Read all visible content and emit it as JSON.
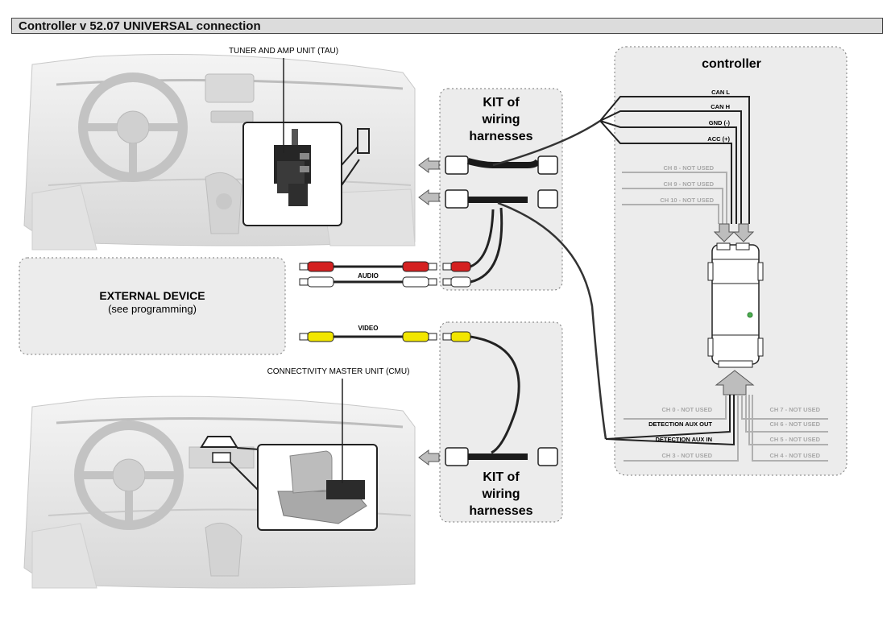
{
  "header": {
    "title": "Controller v 52.07 UNIVERSAL connection"
  },
  "labels": {
    "tau": "TUNER AND AMP UNIT (TAU)",
    "cmu": "CONNECTIVITY MASTER UNIT (CMU)",
    "kit_top_1": "KIT of",
    "kit_top_2": "wiring",
    "kit_top_3": "harnesses",
    "kit_bot_1": "KIT of",
    "kit_bot_2": "wiring",
    "kit_bot_3": "harnesses",
    "external_device": "EXTERNAL DEVICE",
    "external_device_note": "(see programming)",
    "audio": "AUDIO",
    "video": "VIDEO",
    "controller": "controller"
  },
  "controller_top_wires": [
    "CAN L",
    "CAN H",
    "GND (-)",
    "ACC (+)"
  ],
  "controller_unused_top": [
    "CH 8 - NOT USED",
    "CH 9 - NOT USED",
    "CH 10 - NOT USED"
  ],
  "controller_bottom_left": [
    "CH 0 - NOT USED",
    "DETECTION AUX OUT",
    "DETECTION AUX IN",
    "CH 3 - NOT USED"
  ],
  "controller_bottom_right": [
    "CH 7 - NOT USED",
    "CH 6 - NOT USED",
    "CH 5 - NOT USED",
    "CH 4 - NOT USED"
  ],
  "colors": {
    "audio_red": "#d42020",
    "video_yellow": "#f2e600",
    "panel_fill": "#ececec",
    "dash_fill": "#e4e4e4"
  }
}
